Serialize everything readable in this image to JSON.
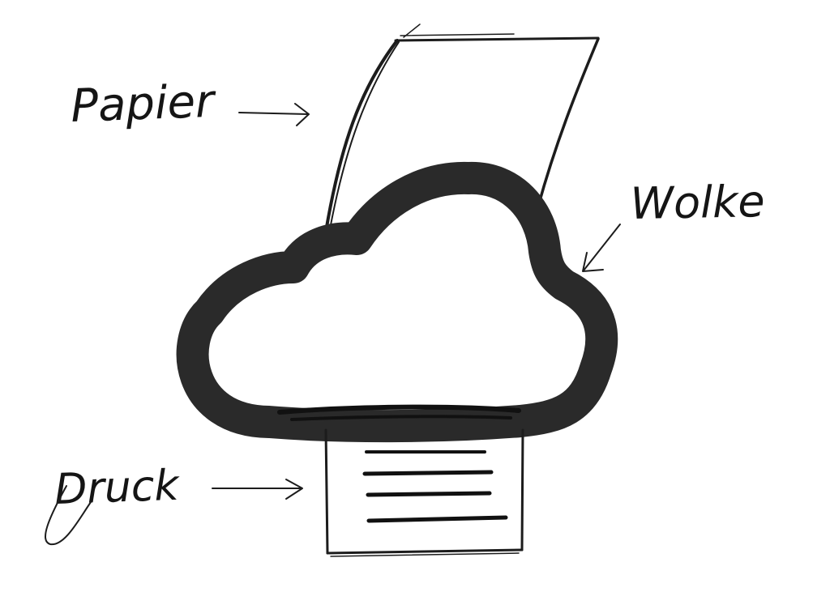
{
  "labels": {
    "paper": "Papier",
    "cloud": "Wolke",
    "print": "Druck"
  },
  "colors": {
    "ink": "#1c1c1c",
    "cloud_outline": "#2a2a2a",
    "background": "#ffffff"
  }
}
